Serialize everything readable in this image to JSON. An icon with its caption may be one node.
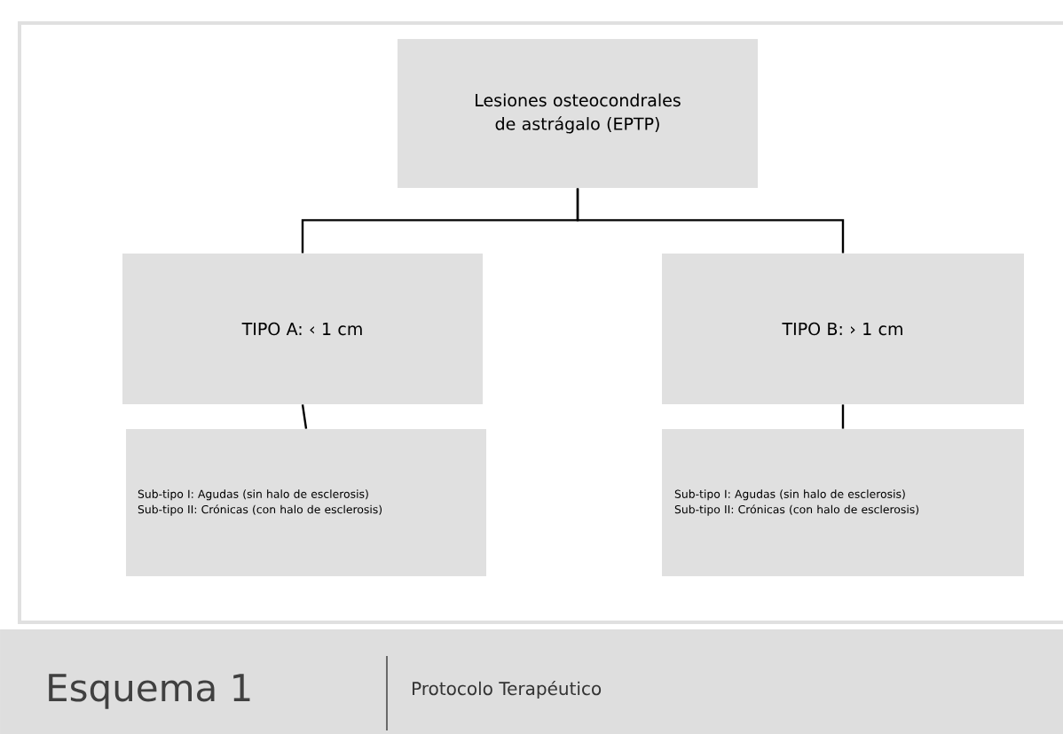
{
  "diagram": {
    "title": "Esquema 1",
    "caption": "Protocolo Terapéutico",
    "nodes": [
      {
        "text": [
          "Lesiones osteocondrales de astrágalo (EPTP)"
        ]
      },
      {
        "text": [
          "TIPO A: ‹ 1 cm"
        ]
      },
      {
        "text": [
          "TIPO B: › 1 cm"
        ]
      },
      {
        "text": [
          "Sub-tipo I: Agudas (sin halo de esclerosis)",
          "Sub-tipo II: Crónicas (con halo de esclerosis)"
        ]
      },
      {
        "text": [
          "Sub-tipo I: Agudas (sin halo de esclerosis)",
          "Sub-tipo II: Crónicas (con halo de esclerosis)"
        ]
      }
    ],
    "edges": [
      {
        "from": 0,
        "to": 1,
        "arrow": "none"
      },
      {
        "from": 0,
        "to": 2,
        "arrow": "none"
      },
      {
        "from": 1,
        "to": 3,
        "arrow": "none"
      },
      {
        "from": 2,
        "to": 4,
        "arrow": "none"
      }
    ]
  }
}
